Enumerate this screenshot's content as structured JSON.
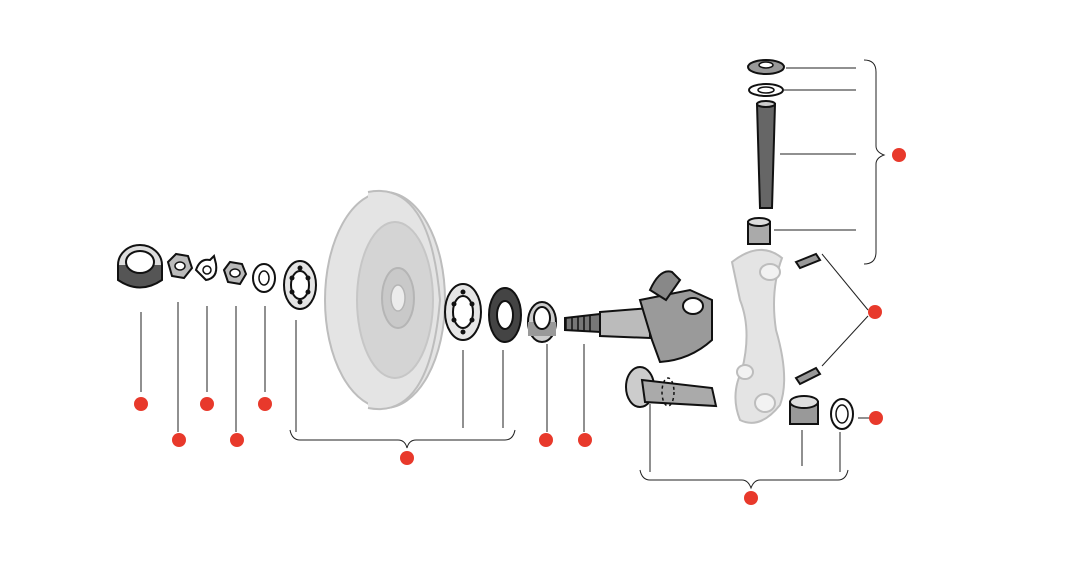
{
  "diagram": {
    "marker_color": "#e8392b",
    "ghost_color": "#d9d9d9",
    "line_color": "#222222",
    "callouts": [
      {
        "id": "hub-cap",
        "value": ""
      },
      {
        "id": "hex-nut",
        "value": ""
      },
      {
        "id": "tab-washer",
        "value": ""
      },
      {
        "id": "lock-nut",
        "value": ""
      },
      {
        "id": "thrust-washer",
        "value": ""
      },
      {
        "id": "wheel-bearings-group",
        "value": ""
      },
      {
        "id": "spacer-ring",
        "value": ""
      },
      {
        "id": "stub-axle-thread",
        "value": ""
      },
      {
        "id": "king-pin-group",
        "value": ""
      },
      {
        "id": "grease-nipples",
        "value": ""
      },
      {
        "id": "seal-ring",
        "value": ""
      },
      {
        "id": "pivot-pin-group",
        "value": ""
      }
    ]
  }
}
